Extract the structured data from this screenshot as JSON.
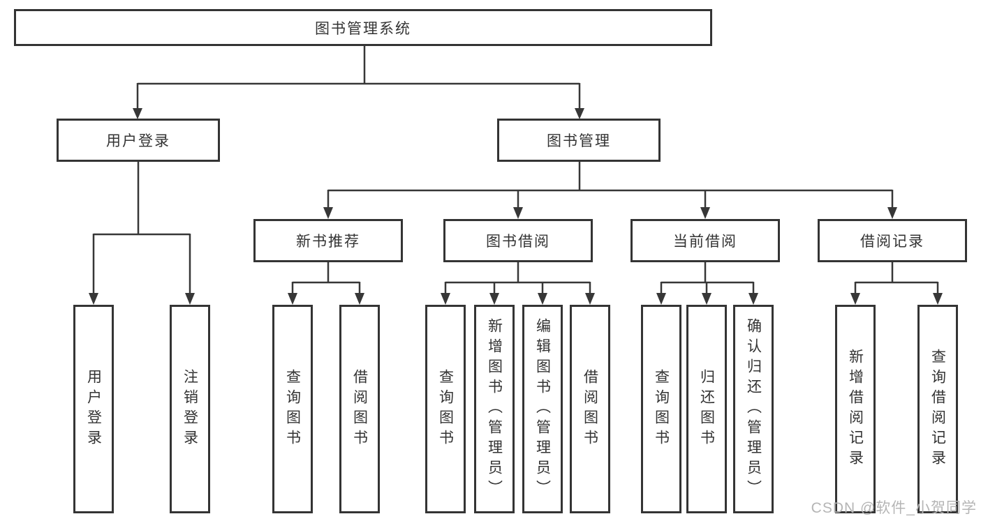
{
  "nodes": {
    "root": "图书管理系统",
    "branches": [
      {
        "label": "用户登录",
        "leaves": [
          "用户登录",
          "注销登录"
        ]
      },
      {
        "label": "图书管理",
        "groups": [
          {
            "label": "新书推荐",
            "leaves": [
              "查询图书",
              "借阅图书"
            ]
          },
          {
            "label": "图书借阅",
            "leaves": [
              "查询图书",
              "新增图书（管理员）",
              "编辑图书（管理员）",
              "借阅图书"
            ]
          },
          {
            "label": "当前借阅",
            "leaves": [
              "查询图书",
              "归还图书",
              "确认归还（管理员）"
            ]
          },
          {
            "label": "借阅记录",
            "leaves": [
              "新增借阅记录",
              "查询借阅记录"
            ]
          }
        ]
      }
    ]
  },
  "watermark": "CSDN @软件_小贺同学",
  "colors": {
    "line": "#373737",
    "box_border": "#343434",
    "text": "#333333",
    "watermark": "#b5b5b5",
    "background": "#ffffff"
  }
}
